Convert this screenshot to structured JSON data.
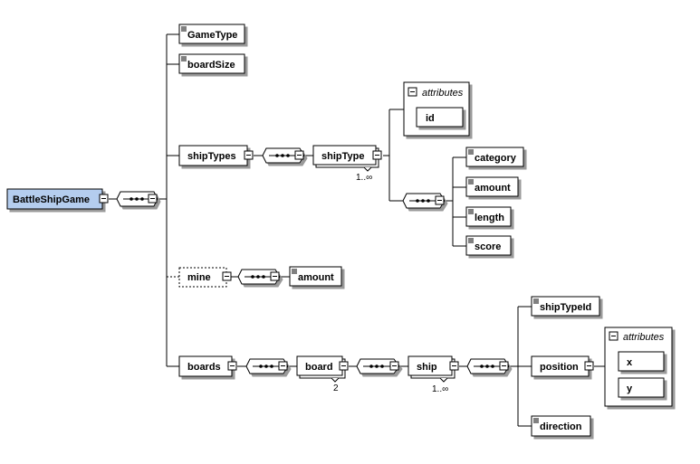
{
  "root": {
    "label": "BattleShipGame",
    "fill_color": "#b4cdee"
  },
  "elements": {
    "game_type": "GameType",
    "board_size": "boardSize",
    "ship_types": "shipTypes",
    "ship_type": "shipType",
    "ship_type_occurrence": "1..∞",
    "ship_type_attributes_title": "attributes",
    "ship_type_attr_id": "id",
    "category": "category",
    "amount": "amount",
    "length": "length",
    "score": "score",
    "mine": "mine",
    "mine_amount": "amount",
    "boards": "boards",
    "board": "board",
    "board_occurrence": "2",
    "ship": "ship",
    "ship_occurrence": "1..∞",
    "ship_type_id": "shipTypeId",
    "position": "position",
    "position_attributes_title": "attributes",
    "position_attr_x": "x",
    "position_attr_y": "y",
    "direction": "direction"
  },
  "icons": {
    "sequence": "sequence-compositor-icon",
    "collapse": "collapse-minus-icon",
    "simple_type": "simple-type-icon"
  }
}
